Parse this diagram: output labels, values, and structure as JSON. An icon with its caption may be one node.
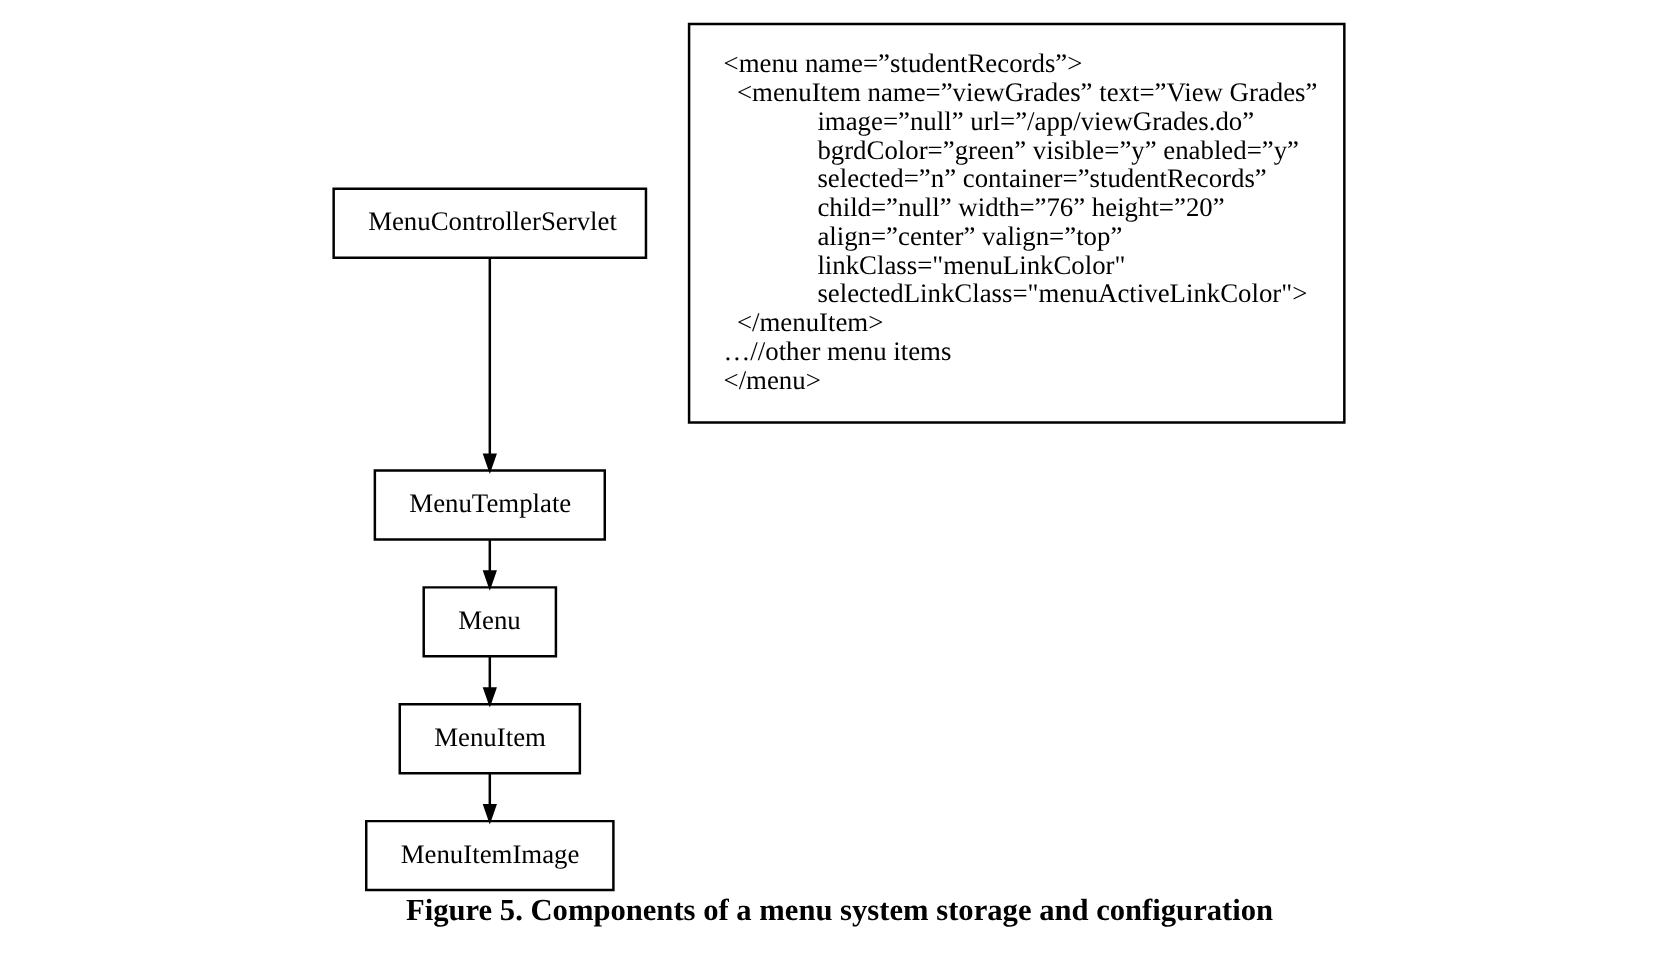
{
  "diagram": {
    "caption": "Figure 5. Components of a menu system storage and configuration",
    "nodes": [
      {
        "text": [
          "MenuControllerServlet"
        ]
      },
      {
        "text": [
          "MenuTemplate"
        ]
      },
      {
        "text": [
          "Menu"
        ]
      },
      {
        "text": [
          "MenuItem"
        ]
      },
      {
        "text": [
          "MenuItemImage"
        ]
      },
      {
        "text": [
          "<menu name=”studentRecords”>",
          "<menuItem name=”viewGrades” text=”View Grades”",
          "image=”null” url=”/app/viewGrades.do”",
          "bgrdColor=”green” visible=”y” enabled=”y”",
          "selected=”n” container=”studentRecords”",
          "child=”null” width=”76” height=”20”",
          "align=”center” valign=”top”",
          "linkClass=\"menuLinkColor\"",
          "selectedLinkClass=\"menuActiveLinkColor\">",
          "</menuItem>",
          "…//other menu items",
          "</menu>"
        ]
      }
    ],
    "edges": [
      {
        "from": 0,
        "to": 1,
        "arrow": "to"
      },
      {
        "from": 1,
        "to": 2,
        "arrow": "to"
      },
      {
        "from": 2,
        "to": 3,
        "arrow": "to"
      },
      {
        "from": 3,
        "to": 4,
        "arrow": "to"
      }
    ]
  }
}
